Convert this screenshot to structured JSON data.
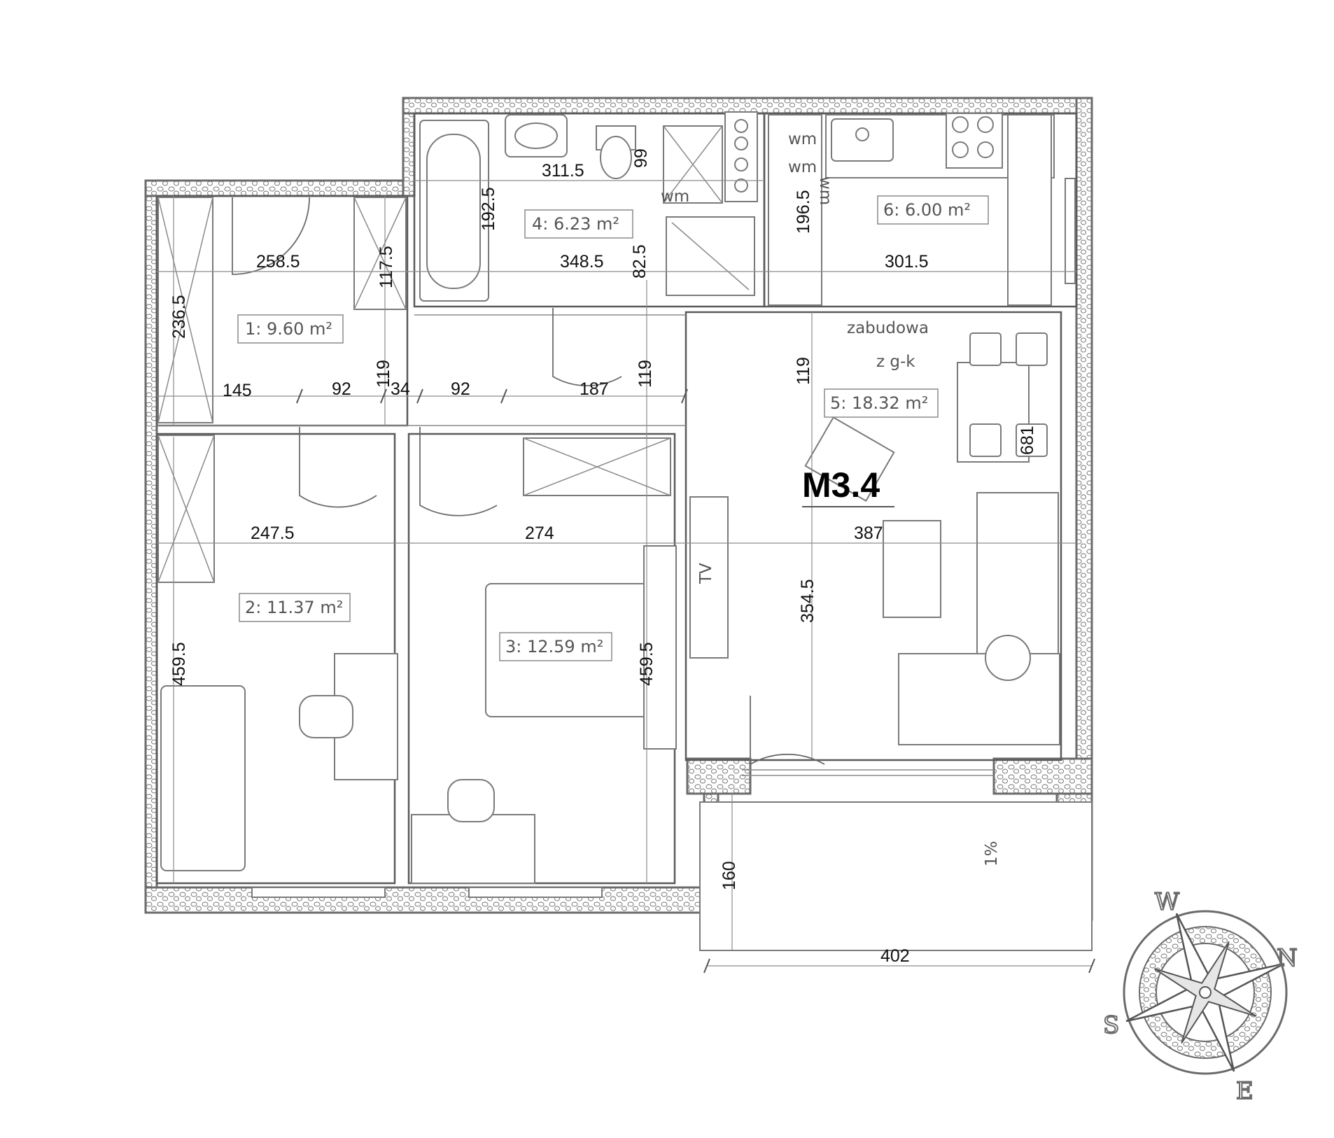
{
  "unit": {
    "name": "M3.4"
  },
  "rooms": [
    {
      "id": "1",
      "label": "1: 9.60 m²"
    },
    {
      "id": "2",
      "label": "2: 11.37 m²"
    },
    {
      "id": "3",
      "label": "3: 12.59 m²"
    },
    {
      "id": "4",
      "label": "4: 6.23 m²"
    },
    {
      "id": "5",
      "label": "5: 18.32 m²"
    },
    {
      "id": "6",
      "label": "6: 6.00 m²"
    }
  ],
  "dimensions": {
    "d311_5": "311.5",
    "d99": "99",
    "d192_5": "192.5",
    "d258_5": "258.5",
    "d117_5": "117.5",
    "d348_5": "348.5",
    "d82_5": "82.5",
    "d196_5": "196.5",
    "d301_5": "301.5",
    "d236_5": "236.5",
    "d119a": "119",
    "d119b": "119",
    "d119c": "119",
    "d145": "145",
    "d92a": "92",
    "d34": "34",
    "d92b": "92",
    "d187": "187",
    "d681": "681",
    "d247_5": "247.5",
    "d274": "274",
    "d387": "387",
    "d459_5a": "459.5",
    "d459_5b": "459.5",
    "d354_5": "354.5",
    "d160": "160",
    "d402": "402"
  },
  "notes": {
    "wm1": "wm",
    "wm2": "wm",
    "wm3": "wm",
    "wm4": "wm",
    "zabudowa1": "zabudowa",
    "zabudowa2": "z g-k",
    "tv": "TV",
    "slope": "1%"
  },
  "compass": {
    "north": "N",
    "south": "S",
    "east": "E",
    "west": "W"
  }
}
